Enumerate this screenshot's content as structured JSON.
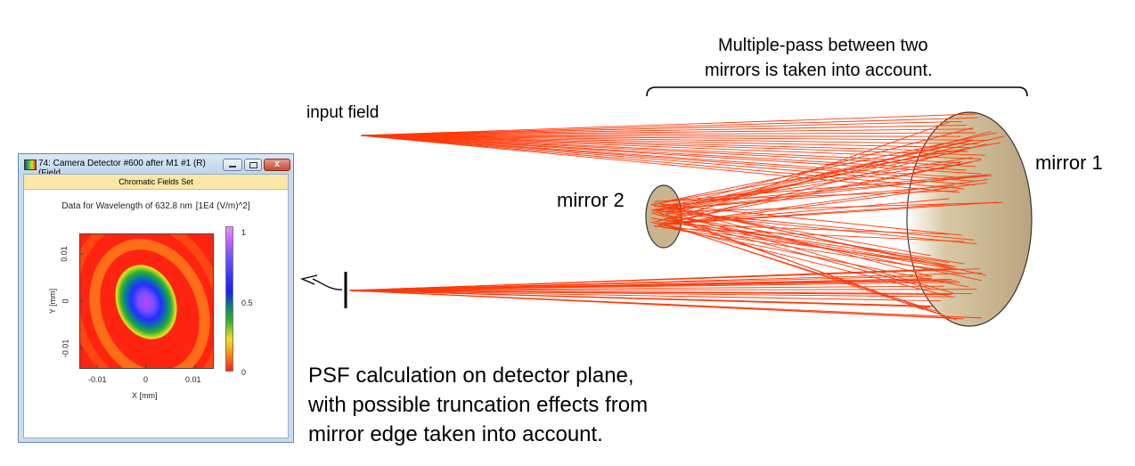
{
  "labels": {
    "annotation_top": [
      "Multiple-pass between two",
      "mirrors is taken into account."
    ],
    "input_field": "input field",
    "mirror_1": "mirror 1",
    "mirror_2": "mirror 2",
    "psf_caption": [
      "PSF calculation on detector plane,",
      "with possible truncation effects from",
      "mirror edge taken into account."
    ]
  },
  "colors": {
    "ray": "#ff3a0a",
    "mirror_fill": "#c9b48f",
    "mirror_stroke": "#3a3530"
  },
  "window": {
    "title": "74: Camera Detector #600 after M1 #1 (R) (Field...",
    "close_glyph": "x",
    "tab": "Chromatic Fields Set",
    "plot_title": "Data for Wavelength of 632.8 nm",
    "plot_unit": "[1E4 (V/m)^2]",
    "xlabel": "X [mm]",
    "ylabel": "Y [mm]",
    "x_ticks": [
      "-0.01",
      "0",
      "0.01"
    ],
    "y_ticks": [
      "0.01",
      "0",
      "-0.01"
    ],
    "colorbar_ticks": [
      "1",
      "0.5",
      "0"
    ],
    "colormap": "rainbow (red 0 → violet 1)"
  }
}
